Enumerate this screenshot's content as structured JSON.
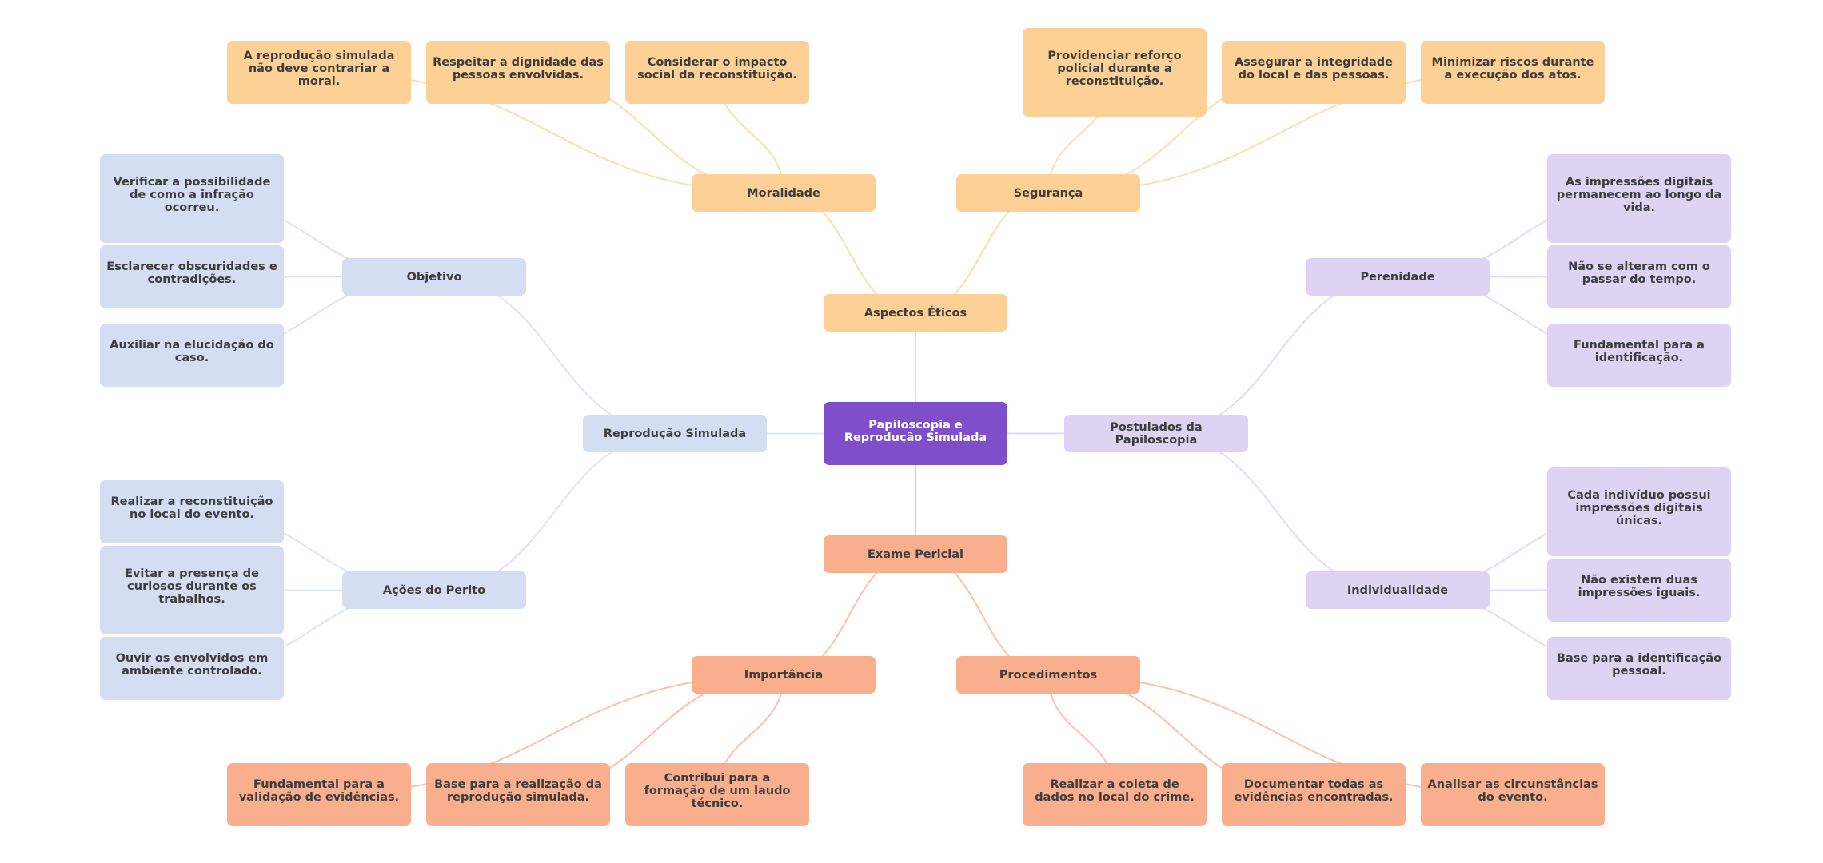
{
  "root": {
    "label": "Papiloscopia e Reprodução Simulada",
    "color": "#7f4fcb"
  },
  "branches": [
    {
      "id": "aspectos",
      "label": "Aspectos Éticos",
      "color": "#fdd196",
      "edge_color": "#fddcb0",
      "children": [
        {
          "id": "moralidade",
          "label": "Moralidade",
          "children": [
            "A reprodução simulada não deve contrariar a moral.",
            "Respeitar a dignidade das pessoas envolvidas.",
            "Considerar o impacto social da reconstituição."
          ]
        },
        {
          "id": "seguranca",
          "label": "Segurança",
          "children": [
            "Providenciar reforço policial durante a reconstituição.",
            "Assegurar a integridade do local e das pessoas.",
            "Minimizar riscos durante a execução dos atos."
          ]
        }
      ]
    },
    {
      "id": "reproducao",
      "label": "Reprodução Simulada",
      "color": "#d5ddf2",
      "edge_color": "#dde4f4",
      "children": [
        {
          "id": "objetivo",
          "label": "Objetivo",
          "children": [
            "Verificar a possibilidade de como a infração ocorreu.",
            "Esclarecer obscuridades e contradições.",
            "Auxiliar na elucidação do caso."
          ]
        },
        {
          "id": "acoes",
          "label": "Ações do Perito",
          "children": [
            "Realizar a reconstituição no local do evento.",
            "Evitar a presença de curiosos durante os trabalhos.",
            "Ouvir os envolvidos em ambiente controlado."
          ]
        }
      ]
    },
    {
      "id": "postulados",
      "label": "Postulados da Papiloscopia",
      "color": "#ded3f2",
      "edge_color": "#e3dbf5",
      "children": [
        {
          "id": "perenidade",
          "label": "Perenidade",
          "children": [
            "As impressões digitais permanecem ao longo da vida.",
            "Não se alteram com o passar do tempo.",
            "Fundamental para a identificação."
          ]
        },
        {
          "id": "individualidade",
          "label": "Individualidade",
          "children": [
            "Cada indivíduo possui impressões digitais únicas.",
            "Não existem duas impressões iguais.",
            "Base para a identificação pessoal."
          ]
        }
      ]
    },
    {
      "id": "exame",
      "label": "Exame Pericial",
      "color": "#f9ae8e",
      "edge_color": "#fbc2aa",
      "children": [
        {
          "id": "importancia",
          "label": "Importância",
          "children": [
            "Fundamental para a validação de evidências.",
            "Base para a realização da reprodução simulada.",
            "Contribui para a formação de um laudo técnico."
          ]
        },
        {
          "id": "procedimentos",
          "label": "Procedimentos",
          "children": [
            "Realizar a coleta de dados no local do crime.",
            "Documentar todas as evidências encontradas.",
            "Analisar as circunstâncias do evento."
          ]
        }
      ]
    }
  ]
}
